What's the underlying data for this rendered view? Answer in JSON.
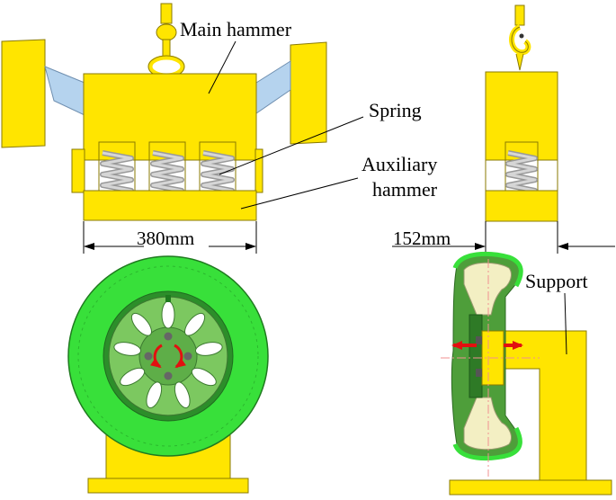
{
  "labels": {
    "main_hammer": "Main hammer",
    "spring": "Spring",
    "auxiliary_hammer_line1": "Auxiliary",
    "auxiliary_hammer_line2": "hammer",
    "support": "Support"
  },
  "dimensions": {
    "hammer_width": "380mm",
    "hammer_depth": "152mm"
  },
  "colors": {
    "yellow": "#FFE500",
    "yellow_stroke": "#8A7A00",
    "light_blue": "#B5D3EE",
    "tire_green": "#38E03A",
    "rim_green": "#7CC860",
    "dark_green": "#4E9E3A",
    "cream": "#F3EFC3",
    "spring_gray": "#C8C8C8",
    "arrow_red": "#E21010",
    "centerline_pink": "#F09090",
    "bolt_gray": "#666666"
  },
  "icons": {
    "rotation": "rotation-arrows-icon",
    "hook": "crane-hook-icon"
  }
}
